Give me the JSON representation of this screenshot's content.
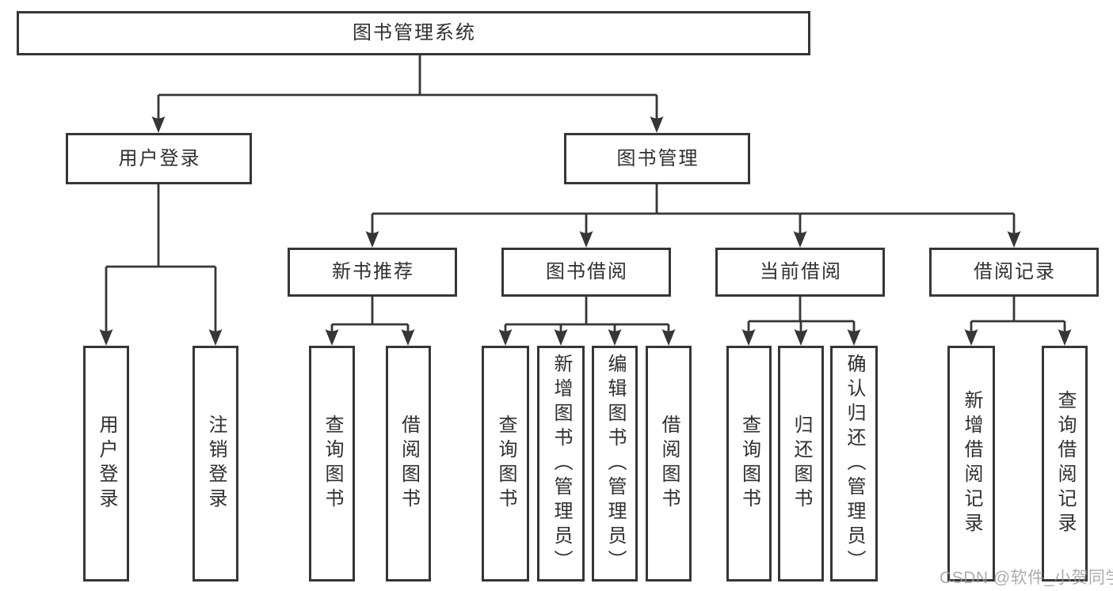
{
  "diagram": {
    "root": {
      "label": "图书管理系统"
    },
    "branches": [
      {
        "label": "用户登录",
        "children": [
          {
            "label": "用户登录"
          },
          {
            "label": "注销登录"
          }
        ]
      },
      {
        "label": "图书管理",
        "children": [
          {
            "label": "新书推荐",
            "children": [
              {
                "label": "查询图书"
              },
              {
                "label": "借阅图书"
              }
            ]
          },
          {
            "label": "图书借阅",
            "children": [
              {
                "label": "查询图书"
              },
              {
                "label": "新增图书（管理员）"
              },
              {
                "label": "编辑图书（管理员）"
              },
              {
                "label": "借阅图书"
              }
            ]
          },
          {
            "label": "当前借阅",
            "children": [
              {
                "label": "查询图书"
              },
              {
                "label": "归还图书"
              },
              {
                "label": "确认归还（管理员）"
              }
            ]
          },
          {
            "label": "借阅记录",
            "children": [
              {
                "label": "新增借阅记录"
              },
              {
                "label": "查询借阅记录"
              }
            ]
          }
        ]
      }
    ]
  },
  "watermark": {
    "text": "CSDN @软件_小贺同学"
  },
  "colors": {
    "line": "#363636",
    "box_border": "#363636",
    "text": "#2f2f2f",
    "box_background": "#ffffff",
    "page_background": "#ffffff",
    "watermark": "#9b9b9b"
  }
}
